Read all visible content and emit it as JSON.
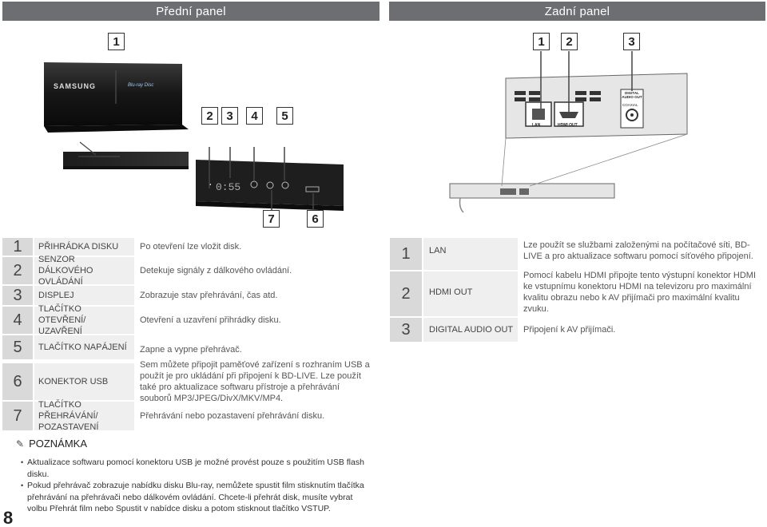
{
  "front_panel": {
    "title": "Přední panel",
    "callouts": [
      "1",
      "2",
      "3",
      "4",
      "5",
      "7",
      "6"
    ],
    "device_brand": "SAMSUNG",
    "device_logo": "Blu-ray Disc",
    "display_text": "0:55"
  },
  "rear_panel": {
    "title": "Zadní panel",
    "callouts": [
      "1",
      "2",
      "3"
    ],
    "port_labels": {
      "lan": "LAN",
      "hdmi": "HDMI OUT",
      "digital": "DIGITAL AUDIO OUT",
      "coaxial": "COAXIAL"
    }
  },
  "front_table": [
    {
      "num": "1",
      "name": "PŘIHRÁDKA DISKU",
      "desc": "Po otevření lze vložit disk."
    },
    {
      "num": "2",
      "name": "SENZOR DÁLKOVÉHO OVLÁDÁNÍ",
      "desc": "Detekuje signály z dálkového ovládání."
    },
    {
      "num": "3",
      "name": "DISPLEJ",
      "desc": "Zobrazuje stav přehrávání, čas atd."
    },
    {
      "num": "4",
      "name": "TLAČÍTKO OTEVŘENÍ/ UZAVŘENÍ",
      "desc": "Otevření a uzavření přihrádky disku."
    },
    {
      "num": "5",
      "name": "TLAČÍTKO NAPÁJENÍ",
      "desc": "Zapne a vypne přehrávač."
    },
    {
      "num": "6",
      "name": "KONEKTOR USB",
      "desc": "Sem můžete připojit paměťové zařízení s rozhraním USB a použít je pro ukládání při připojení k BD-LIVE. Lze použít také pro aktualizace softwaru přístroje a přehrávání souborů MP3/JPEG/DivX/MKV/MP4."
    },
    {
      "num": "7",
      "name": "TLAČÍTKO PŘEHRÁVÁNÍ/ POZASTAVENÍ",
      "desc": "Přehrávání nebo pozastavení přehrávání disku."
    }
  ],
  "rear_table": [
    {
      "num": "1",
      "name": "LAN",
      "desc": "Lze použít se službami založenými na počítačové síti, BD-LIVE a pro aktualizace softwaru pomocí síťového připojení."
    },
    {
      "num": "2",
      "name": "HDMI OUT",
      "desc": "Pomocí kabelu HDMI připojte tento výstupní konektor HDMI ke vstupnímu konektoru HDMI na televizoru pro maximální kvalitu obrazu nebo k AV přijímači pro maximální kvalitu zvuku."
    },
    {
      "num": "3",
      "name": "DIGITAL AUDIO OUT",
      "desc": "Připojení k AV přijímači."
    }
  ],
  "note": {
    "title": "POZNÁMKA",
    "items": [
      "Aktualizace softwaru pomocí konektoru USB je možné provést pouze s použitím USB flash disku.",
      "Pokud přehrávač zobrazuje nabídku disku Blu-ray, nemůžete spustit film stisknutím tlačítka přehrávání na přehrávači nebo dálkovém ovládání. Chcete-li přehrát disk, musíte vybrat volbu Přehrát film nebo Spustit v nabídce disku a potom stisknout tlačítko VSTUP."
    ]
  },
  "page_number": "8"
}
